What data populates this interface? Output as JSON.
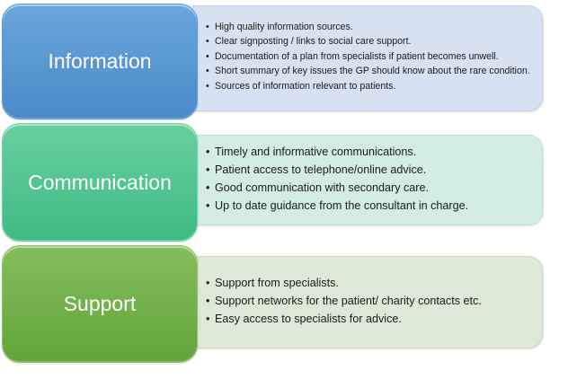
{
  "sections": [
    {
      "title": "Information",
      "items": [
        "High quality information sources.",
        "Clear signposting / links to social care support.",
        "Documentation  of a plan from specialists if patient becomes unwell.",
        "Short summary of key  issues the GP  should know about the  rare condition.",
        "Sources of information relevant to patients."
      ]
    },
    {
      "title": "Communication",
      "items": [
        "Timely and informative communications.",
        "Patient access to telephone/online advice.",
        "Good communication  with secondary care.",
        "Up to date guidance from the consultant in charge."
      ]
    },
    {
      "title": "Support",
      "items": [
        "Support  from specialists.",
        "Support  networks  for the patient/ charity contacts etc.",
        "Easy access to specialists for advice."
      ]
    }
  ],
  "colors": {
    "information": "#5b98d3",
    "communication": "#52c591",
    "support": "#74b04c"
  }
}
